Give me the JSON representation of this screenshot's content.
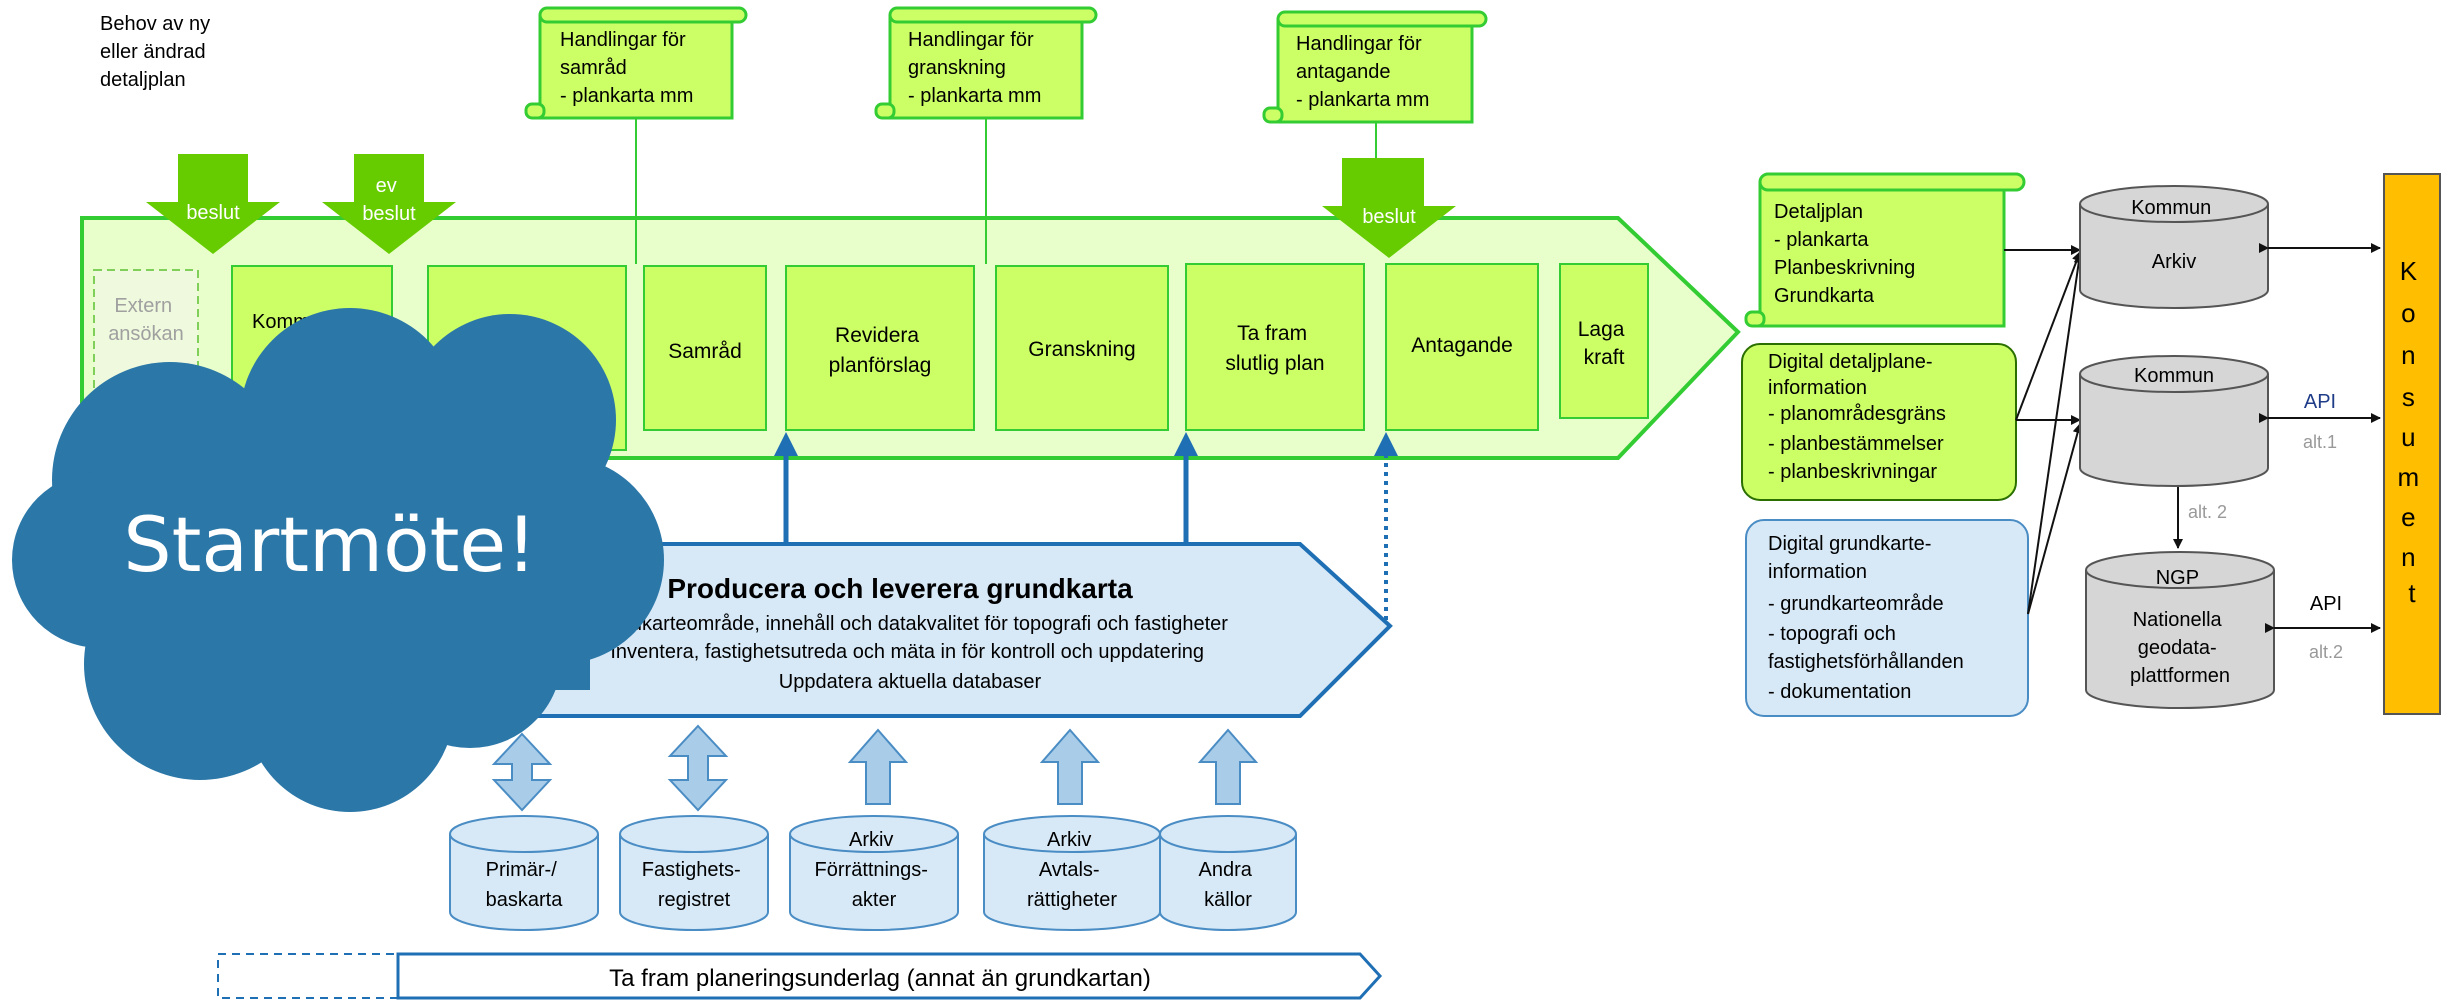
{
  "colors": {
    "green_fill": "#ccff66",
    "green_stroke": "#33cc33",
    "band_fill": "#e8ffcc",
    "arrow_green": "#66cc00",
    "blue_fill": "#d7e9f7",
    "blue_stroke": "#1f6fb5",
    "cloud_fill": "#2b77a8",
    "db_fill": "#d6d6d6",
    "konsument_fill": "#ffbf00"
  },
  "top_left_note": [
    "Behov av ny",
    "eller ändrad",
    "detaljplan"
  ],
  "scrolls": [
    {
      "lines": [
        "Handlingar för",
        "samråd",
        "- plankarta mm"
      ]
    },
    {
      "lines": [
        "Handlingar för",
        "granskning",
        "- plankarta mm"
      ]
    },
    {
      "lines": [
        "Handlingar för",
        "antagande",
        "- plankarta mm"
      ]
    }
  ],
  "decision_arrows": [
    {
      "lines": [
        "beslut"
      ]
    },
    {
      "lines": [
        "ev",
        "beslut"
      ]
    },
    {
      "lines": [
        "beslut"
      ]
    }
  ],
  "process_steps": [
    {
      "lines": [
        "Extern",
        "ansökan"
      ],
      "faded": true
    },
    {
      "lines": [
        "Kommunen"
      ]
    },
    {
      "lines": [
        ""
      ]
    },
    {
      "lines": [
        "Samråd"
      ]
    },
    {
      "lines": [
        "Revidera",
        "planförslag"
      ]
    },
    {
      "lines": [
        "Granskning"
      ]
    },
    {
      "lines": [
        "Ta fram",
        "slutlig plan"
      ]
    },
    {
      "lines": [
        "Antagande"
      ]
    },
    {
      "lines": [
        "Laga",
        "kraft"
      ]
    }
  ],
  "grundkarta": {
    "title": "Producera och leverera grundkarta",
    "lines": [
      "Grundkarteområde, innehåll och datakvalitet för topografi och fastigheter",
      "Inventera, fastighetsutreda och mäta in för kontroll och uppdatering",
      "Uppdatera aktuella databaser"
    ]
  },
  "source_dbs": [
    {
      "lines": [
        "Primär-/",
        "baskarta"
      ],
      "arrow": "both"
    },
    {
      "lines": [
        "Fastighets-",
        "registret"
      ],
      "arrow": "both"
    },
    {
      "lines": [
        "Arkiv",
        "Förrättnings-",
        "akter"
      ],
      "arrow": "up"
    },
    {
      "lines": [
        "Arkiv",
        "Avtals-",
        "rättigheter"
      ],
      "arrow": "up"
    },
    {
      "lines": [
        "Andra",
        "källor"
      ],
      "arrow": "up"
    }
  ],
  "bottom_bar": {
    "label": "Ta fram planeringsunderlag (annat än grundkartan)"
  },
  "right_scroll": {
    "lines": [
      "Detaljplan",
      "- plankarta",
      "Planbeskrivning",
      "Grundkarta"
    ]
  },
  "digital_detaljplan": {
    "lines": [
      "Digital detaljplane-",
      "information",
      "- planområdesgräns",
      "- planbestämmelser",
      "- planbeskrivningar"
    ]
  },
  "digital_grundkarta": {
    "lines": [
      "Digital grundkarte-",
      "information",
      "- grundkarteområde",
      "- topografi och",
      "fastighetsförhållanden",
      "- dokumentation"
    ]
  },
  "right_dbs": [
    {
      "top": "Kommun",
      "body": [
        "Arkiv"
      ]
    },
    {
      "top": "Kommun",
      "body": [
        ""
      ]
    },
    {
      "top": "NGP",
      "body": [
        "Nationella",
        "geodata-",
        "plattformen"
      ]
    }
  ],
  "connector_labels": {
    "api_1": "API",
    "alt_1": "alt.1",
    "alt_2": "alt. 2",
    "api_2": "API",
    "alt_2b": "alt.2"
  },
  "konsument": {
    "letters": [
      "K",
      "o",
      "n",
      "s",
      "u",
      "m",
      "e",
      "n",
      "t"
    ]
  },
  "cloud": {
    "label": "Startmöte!"
  }
}
